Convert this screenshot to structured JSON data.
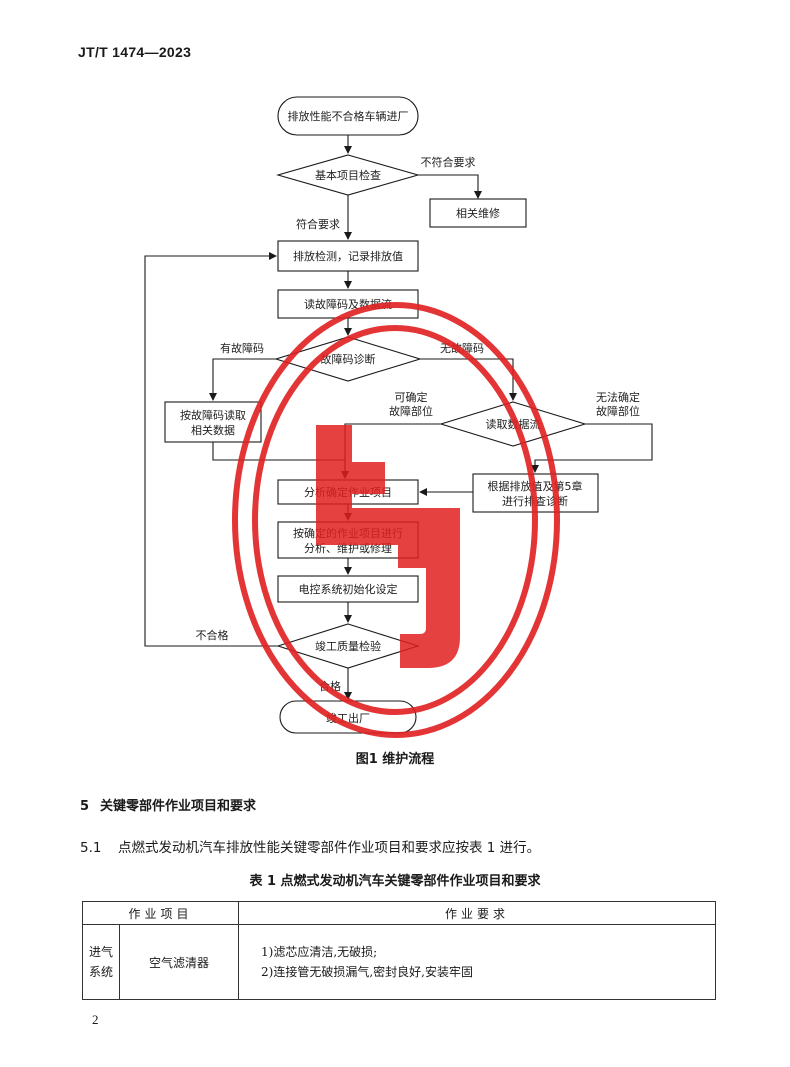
{
  "header": {
    "standard_code": "JT/T 1474—2023"
  },
  "flowchart": {
    "start": "排放性能不合格车辆进厂",
    "basic_check": "基本项目检查",
    "not_meet": "不符合要求",
    "related_repair": "相关维修",
    "meet": "符合要求",
    "emission_test": "排放检测，记录排放值",
    "read_codes": "读故障码及数据流",
    "code_diag": "故障码诊断",
    "has_code": "有故障码",
    "no_code": "无故障码",
    "by_code_line1": "按故障码读取",
    "by_code_line2": "相关数据",
    "can_locate_line1": "可确定",
    "can_locate_line2": "故障部位",
    "read_stream": "读取数据流",
    "cannot_locate_line1": "无法确定",
    "cannot_locate_line2": "故障部位",
    "analyze_items": "分析确定作业项目",
    "by_emission_line1": "根据排放值及第5章",
    "by_emission_line2": "进行排查诊断",
    "do_work_line1": "按确定的作业项目进行",
    "do_work_line2": "分析、维护或修理",
    "ecu_init": "电控系统初始化设定",
    "fail": "不合格",
    "final_check": "竣工质量检验",
    "pass": "合格",
    "exit": "竣工出厂"
  },
  "figure_caption": "图1   维护流程",
  "section5": {
    "number": "5",
    "title": "关键零部件作业项目和要求"
  },
  "para51": {
    "number": "5.1",
    "text": "点燃式发动机汽车排放性能关键零部件作业项目和要求应按表 1 进行。"
  },
  "table1": {
    "caption": "表 1   点燃式发动机汽车关键零部件作业项目和要求",
    "headers": [
      "作业项目",
      "作业要求"
    ],
    "rows": [
      {
        "system_line1": "进气",
        "system_line2": "系统",
        "item": "空气滤清器",
        "req_line1": "1)滤芯应清洁,无破损;",
        "req_line2": "2)连接管无破损漏气,密封良好,安装牢固"
      }
    ]
  },
  "stamp": {
    "color": "#e02020",
    "line_color": "#1a1a1a"
  },
  "page_number": "2"
}
